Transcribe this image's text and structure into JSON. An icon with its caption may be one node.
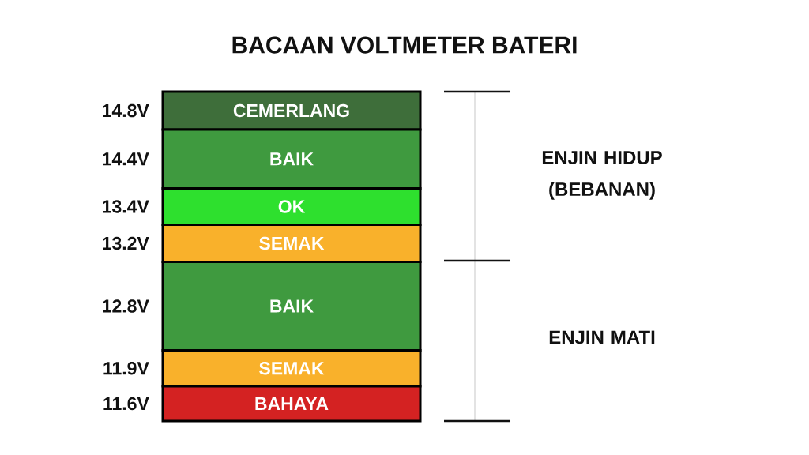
{
  "diagram": {
    "title": "BACAAN VOLTMETER BATERI",
    "nodes": [
      {
        "text": [
          "CEMERLANG"
        ],
        "beside": [
          "14.8V"
        ]
      },
      {
        "text": [
          "BAIK"
        ],
        "beside": [
          "14.4V"
        ]
      },
      {
        "text": [
          "OK"
        ],
        "beside": [
          "13.4V"
        ]
      },
      {
        "text": [
          "SEMAK"
        ],
        "beside": [
          "13.2V"
        ]
      },
      {
        "text": [
          "BAIK"
        ],
        "beside": [
          "12.8V"
        ]
      },
      {
        "text": [
          "SEMAK"
        ],
        "beside": [
          "11.9V"
        ]
      },
      {
        "text": [
          "BAHAYA"
        ],
        "beside": [
          "11.6V"
        ]
      }
    ],
    "labels": [
      "ENJIN HIDUP (BEBANAN)",
      "ENJIN MATI"
    ]
  }
}
